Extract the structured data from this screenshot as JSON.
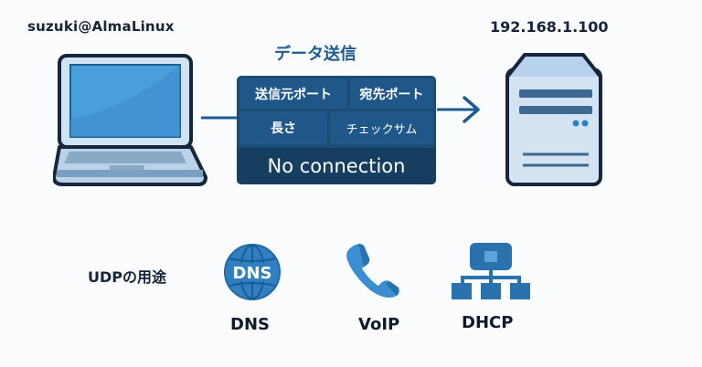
{
  "client": {
    "label": "suzuki@AlmaLinux",
    "icon": "laptop-icon"
  },
  "server": {
    "label": "192.168.1.100",
    "icon": "server-icon"
  },
  "packet": {
    "title": "データ送信",
    "fields": [
      {
        "label": "送信元ポート"
      },
      {
        "label": "宛先ポート"
      },
      {
        "label": "長さ"
      },
      {
        "label": "チェックサム"
      }
    ],
    "footer": "No connection"
  },
  "uses": {
    "title": "UDPの用途",
    "items": [
      {
        "label": "DNS",
        "icon": "dns-globe-icon",
        "icon_text": "DNS"
      },
      {
        "label": "VoIP",
        "icon": "phone-icon"
      },
      {
        "label": "DHCP",
        "icon": "network-hierarchy-icon"
      }
    ]
  },
  "colors": {
    "primary": "#1d5a8e",
    "packet_bg": "#1e5788",
    "packet_footer": "#153e61",
    "icon_blue": "#2f7fc1",
    "outline": "#15263d"
  }
}
